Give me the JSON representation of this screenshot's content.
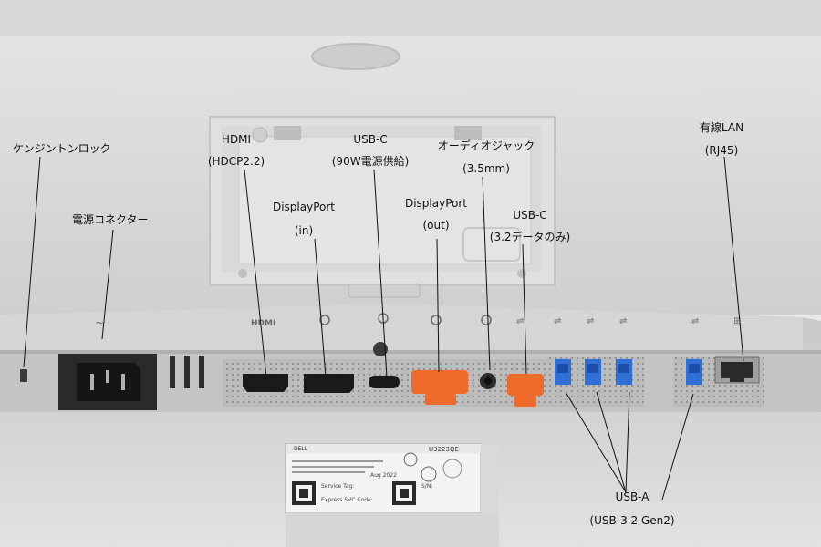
{
  "labels": {
    "kensington": "ケンジントンロック",
    "power": "電源コネクター",
    "hdmi": "HDMI",
    "hdmi_sub": "(HDCP2.2)",
    "dp_in": "DisplayPort",
    "dp_in_sub": "(in)",
    "usbc_power": "USB-C",
    "usbc_power_sub": "(90W電源供給)",
    "dp_out": "DisplayPort",
    "dp_out_sub": "(out)",
    "audio": "オーディオジャック",
    "audio_sub": "(3.5mm)",
    "usbc_data": "USB-C",
    "usbc_data_sub": "(3.2データのみ)",
    "lan": "有線LAN",
    "lan_sub": "(RJ45)",
    "usba": "USB-A",
    "usba_sub": "(USB-3.2 Gen2)"
  },
  "sticker": {
    "brand": "DELL",
    "model": "U3223QE",
    "service_tag_label": "Service Tag:",
    "express_label": "Express SVC Code:",
    "date": "Aug 2022",
    "sn_label": "S/N:"
  },
  "colors": {
    "monitor_body": "#d2d2d2",
    "port_panel": "#b9b9b9",
    "port_cover": "#f06a2c",
    "usb_blue": "#2f6fd6"
  }
}
